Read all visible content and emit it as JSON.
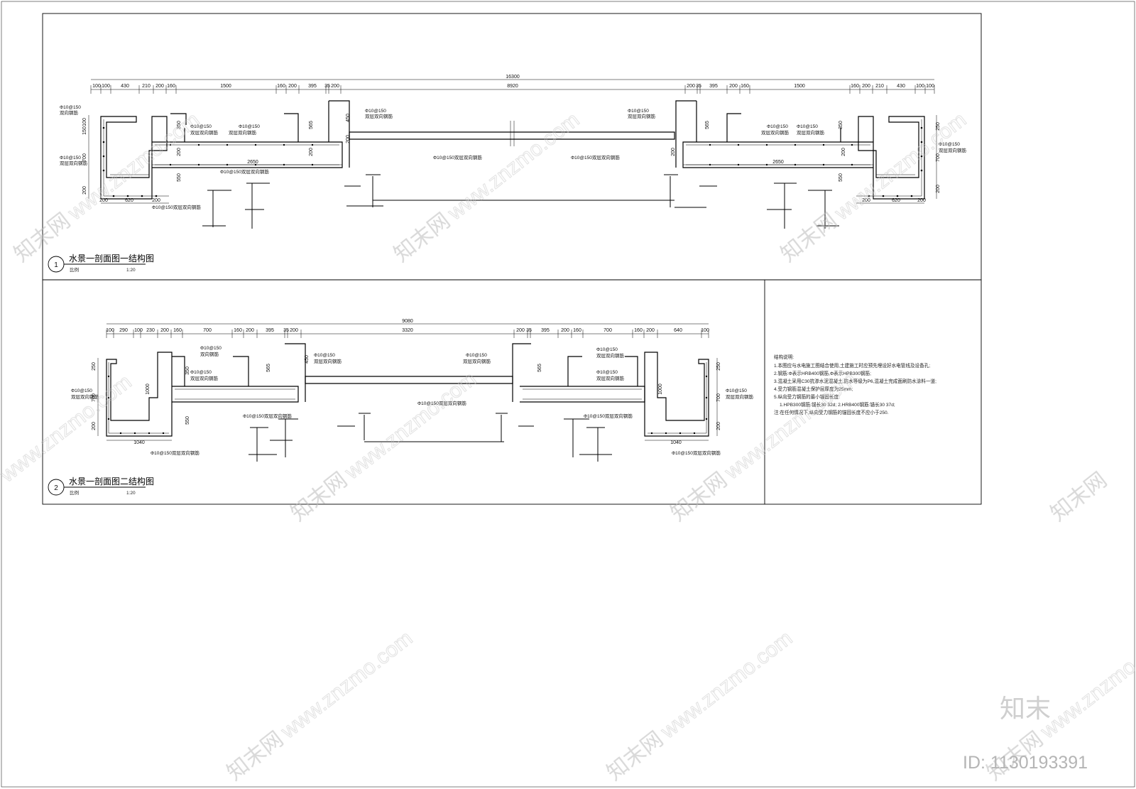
{
  "detail1": {
    "number": "1",
    "title": "水景一剖面图一结构图",
    "scale_label": "比例",
    "scale": "1:20",
    "overall_dim": "16300",
    "dims_left": [
      "100",
      "100",
      "430",
      "210",
      "200",
      "160",
      "1500",
      "160",
      "200",
      "395",
      "35",
      "200"
    ],
    "dim_center": "8920",
    "dims_right": [
      "200",
      "35",
      "395",
      "200",
      "160",
      "1500",
      "160",
      "200",
      "210",
      "430",
      "100",
      "100"
    ],
    "vert_dims_left": [
      "150",
      "100",
      "700",
      "200"
    ],
    "vert_dims_right": [
      "250",
      "700",
      "200"
    ],
    "mid_dims": [
      "350",
      "200",
      "200",
      "550",
      "565",
      "450",
      "200",
      "200",
      "200"
    ],
    "span_dim": "2650",
    "bottom_dims": [
      "200",
      "620",
      "200"
    ],
    "rebar_notes": [
      "Φ10@150",
      "双向钢筋",
      "Φ10@150",
      "双层双向钢筋",
      "Φ10@150双层双向钢筋"
    ]
  },
  "detail2": {
    "number": "2",
    "title": "水景一剖面图二结构图",
    "scale_label": "比例",
    "scale": "1:20",
    "overall_dim": "9080",
    "dims_left": [
      "100",
      "290",
      "100",
      "230",
      "200",
      "160",
      "700",
      "160",
      "200",
      "395",
      "35",
      "200"
    ],
    "dim_center": "3320",
    "dims_right": [
      "200",
      "35",
      "395",
      "200",
      "160",
      "700",
      "160",
      "200",
      "640",
      "100"
    ],
    "vert_dims": [
      "250",
      "700",
      "200",
      "1000",
      "550",
      "565",
      "450",
      "350"
    ],
    "bottom_dim": "1040",
    "rebar_notes": [
      "Φ10@150",
      "双向钢筋",
      "Φ10@150",
      "双层双向钢筋",
      "Φ10@150双层双向钢筋"
    ]
  },
  "notes": {
    "heading": "结构说明:",
    "lines": [
      "1.本图应与水电施工图结合使用,土建施工时应预先埋设好水电管线及设备孔;",
      "2.钢筋:Φ表示HRB400钢筋,Φ表示HPB300钢筋;",
      "3.混凝土采用C30抗渗水泥混凝土,防水等级为P6,混凝土完成面刷防水涂料一道;",
      "4.受力钢筋混凝土保护层厚度为25mm;",
      "5.纵向受力钢筋的最小锚固长度:",
      "1.HPB300钢筋:锚长30 32d; 2.HRB400钢筋:锚长30 37d;",
      "注:在任何情况下,纵向受力钢筋的锚固长度不应小于250."
    ]
  },
  "watermark": {
    "text_cn": "知末网",
    "url": "www.znzmo.com",
    "logo": "知末",
    "id": "ID: 1130193391"
  }
}
